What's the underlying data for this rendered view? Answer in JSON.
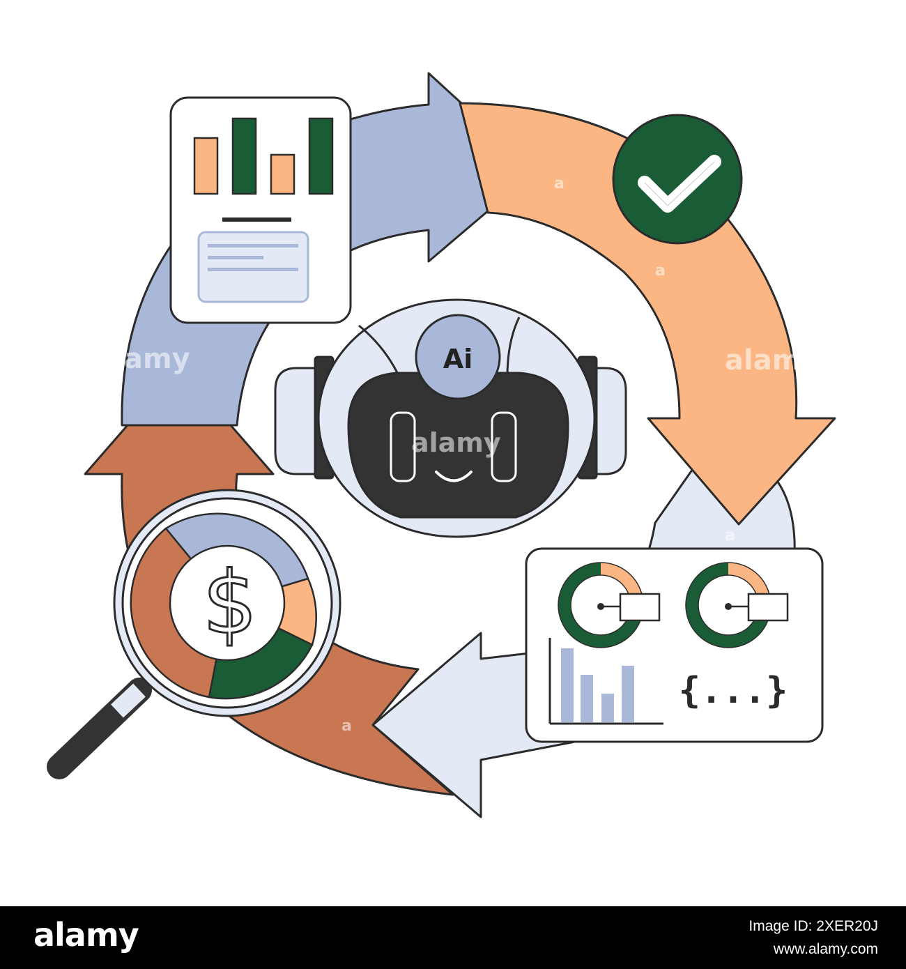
{
  "illustration": {
    "robot_badge": "Ai",
    "code_symbol": "{...}",
    "currency_symbol": "$",
    "watermark": "alamy",
    "icons": [
      "report-chart-icon",
      "check-circle-icon",
      "ai-robot-icon",
      "dashboard-icon",
      "magnifier-dollar-icon"
    ],
    "colors": {
      "blue": "#A9B8D8",
      "peach": "#FCB683",
      "light_blue": "#E4EAF5",
      "terracotta": "#C97652",
      "dark_green": "#1A5C36",
      "charcoal": "#333333",
      "outline": "#2B2B2B"
    }
  },
  "footer": {
    "logo": "alamy",
    "image_id": "Image ID: 2XER20J",
    "site": "www.alamy.com"
  }
}
